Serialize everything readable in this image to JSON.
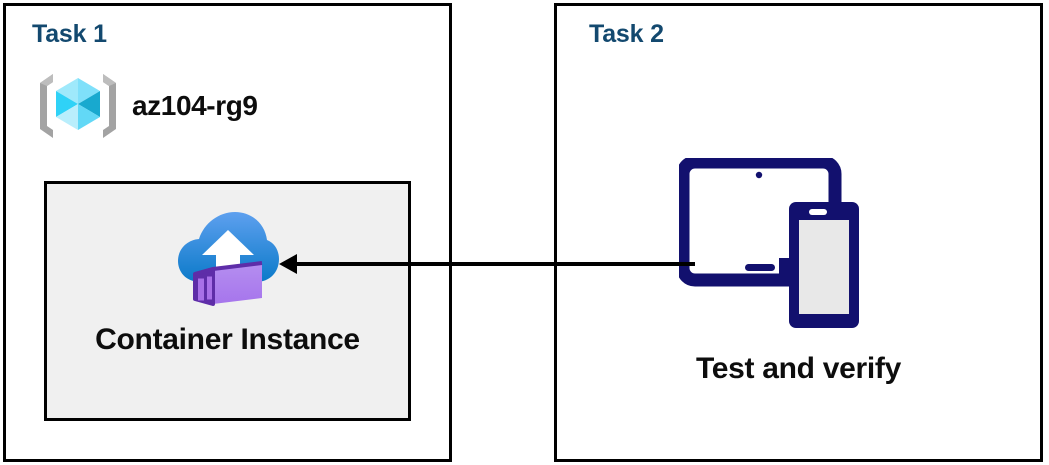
{
  "diagram": {
    "title_color": "#13496f",
    "text_color": "#0d0d0d",
    "border_color": "#000000",
    "card_fill": "#f0f0f0",
    "device_navy": "#12106e",
    "arrow_color": "#000000"
  },
  "panels": [
    {
      "id": "task1",
      "title": "Task 1",
      "resource_group": {
        "icon": "resource-group-icon",
        "label": "az104-rg9"
      },
      "card": {
        "icon": "container-instance-icon",
        "label": "Container Instance",
        "fill": "#f0f0f0"
      }
    },
    {
      "id": "task2",
      "title": "Task 2",
      "device": {
        "icon": "devices-tablet-phone-icon",
        "label": "Test and verify"
      }
    }
  ],
  "connector": {
    "name": "arrow-task2-to-task1",
    "direction": "right-to-left",
    "head": "arrow-head-left",
    "color": "#000000"
  }
}
